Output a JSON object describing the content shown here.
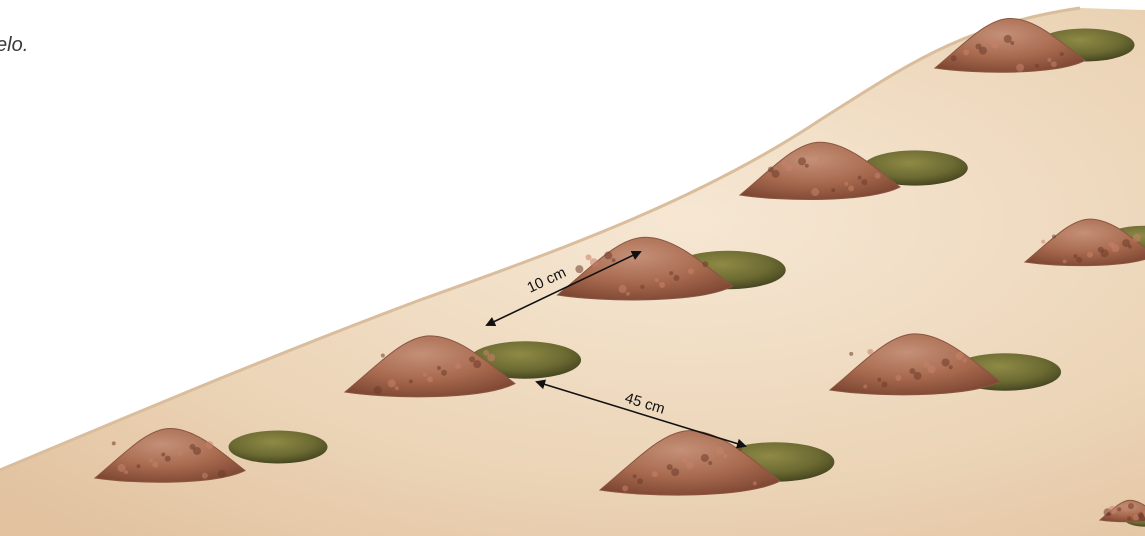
{
  "caption": "elo.",
  "dimensions": {
    "row_spacing": "10 cm",
    "hole_spacing": "45 cm"
  },
  "colors": {
    "soil": "#ecd5b8",
    "soil_light": "#f6e7d3",
    "mound": "#a86a4f",
    "mound_dark": "#7d4632",
    "hole": "#6b6a32",
    "hole_dark": "#4a4a22",
    "arrow": "#111111"
  },
  "illustration": {
    "subject": "planting-holes-with-soil-mounds-on-slope",
    "mound_count": 9
  }
}
